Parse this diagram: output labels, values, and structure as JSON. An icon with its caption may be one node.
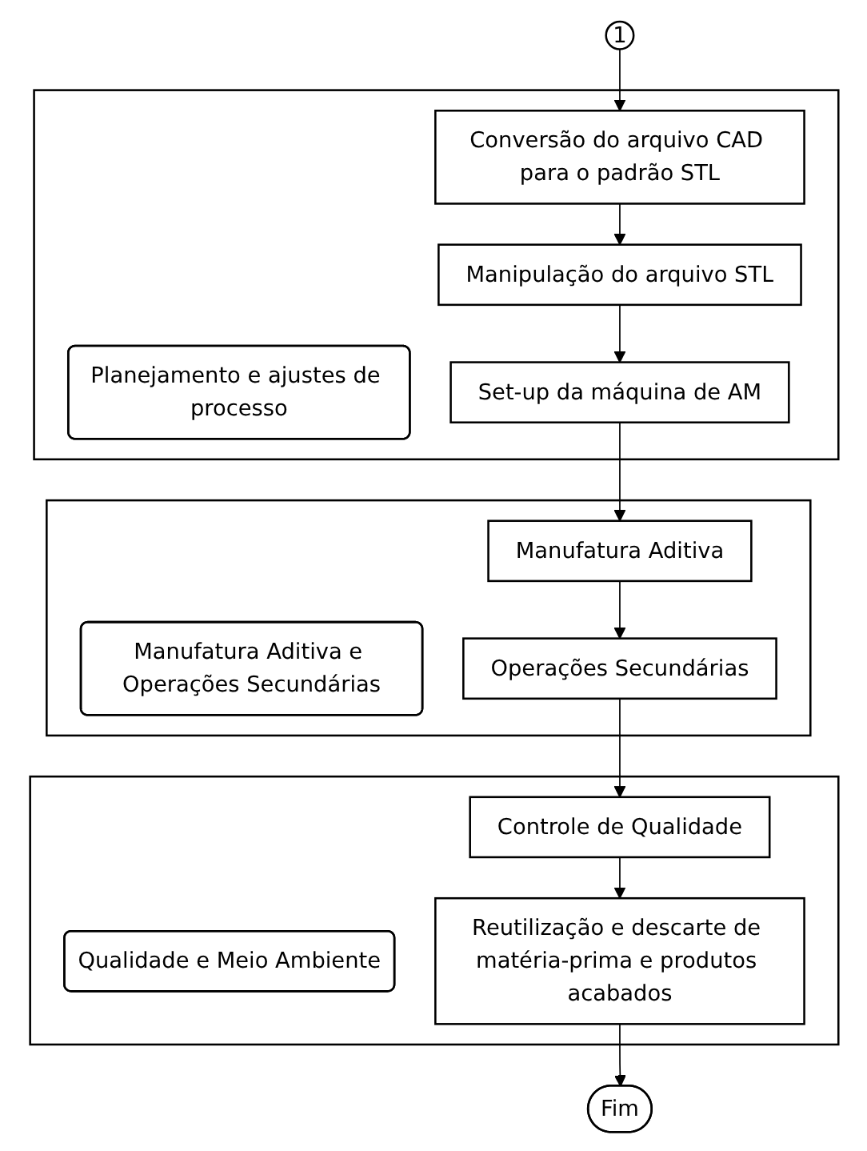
{
  "diagram": {
    "nodes": [
      {
        "text": [
          "1"
        ]
      },
      {
        "text": [],
        "shape": "box"
      },
      {
        "text": [
          "Planejamento e ajustes de processo"
        ],
        "in": 1
      },
      {
        "text": [
          "Conversão do arquivo CAD para o padrão STL"
        ],
        "in": 1
      },
      {
        "text": [
          "Manipulação do arquivo STL"
        ],
        "in": 1
      },
      {
        "text": [
          "Set-up da máquina de AM"
        ],
        "in": 1
      },
      {
        "text": [],
        "shape": "box"
      },
      {
        "text": [
          "Manufatura Aditiva e Operações Secundárias"
        ],
        "in": 6
      },
      {
        "text": [
          "Manufatura Aditiva"
        ],
        "in": 6
      },
      {
        "text": [
          "Operações Secundárias"
        ],
        "in": 6
      },
      {
        "text": [],
        "shape": "box"
      },
      {
        "text": [
          "Qualidade e Meio Ambiente"
        ],
        "in": 10
      },
      {
        "text": [
          "Controle de Qualidade"
        ],
        "in": 10
      },
      {
        "text": [
          "Reutilização e descarte de matéria-prima e produtos acabados"
        ],
        "in": 10
      },
      {
        "text": [
          "Fim"
        ]
      }
    ],
    "edges": [
      {
        "from": 0,
        "to": 3,
        "arrow": "to"
      },
      {
        "from": 3,
        "to": 4,
        "arrow": "to"
      },
      {
        "from": 4,
        "to": 5,
        "arrow": "to"
      },
      {
        "from": 5,
        "to": 8,
        "arrow": "to"
      },
      {
        "from": 8,
        "to": 9,
        "arrow": "to"
      },
      {
        "from": 9,
        "to": 12,
        "arrow": "to"
      },
      {
        "from": 12,
        "to": 13,
        "arrow": "to"
      },
      {
        "from": 13,
        "to": 14,
        "arrow": "to"
      }
    ]
  }
}
